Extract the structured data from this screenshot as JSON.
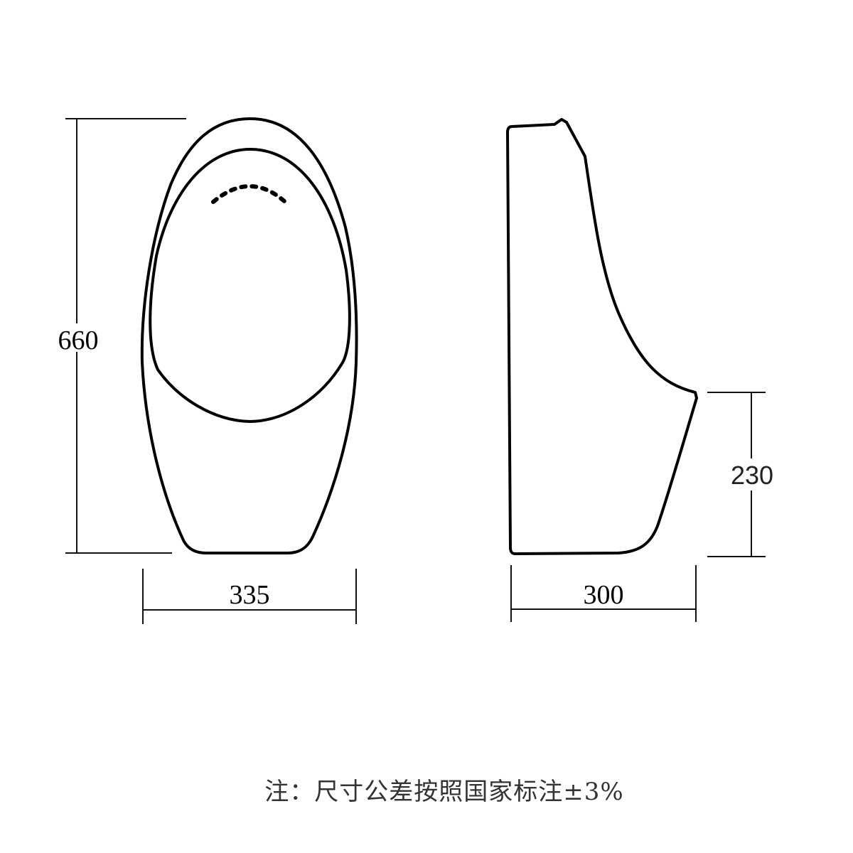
{
  "front_view": {
    "height_label": "660",
    "width_label": "335"
  },
  "side_view": {
    "depth_label": "300",
    "inlet_height_label": "230"
  },
  "note": "注：尺寸公差按照国家标注±3%"
}
